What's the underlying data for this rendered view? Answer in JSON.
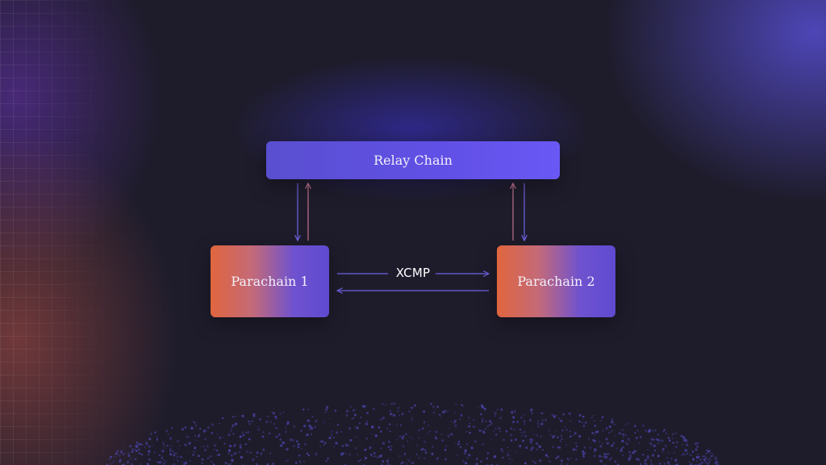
{
  "diagram": {
    "relay_chain": {
      "label": "Relay Chain"
    },
    "parachain_1": {
      "label": "Parachain 1"
    },
    "parachain_2": {
      "label": "Parachain 2"
    },
    "xcmp": {
      "label": "XCMP"
    }
  },
  "colors": {
    "background": "#1e1c2b",
    "relay_fill": "#6150e6",
    "parachain_gradient_start": "#e0663e",
    "parachain_gradient_end": "#5f4ad0",
    "arrow": "#6f63e6",
    "arrow_warm": "#c07090",
    "dots": "#4a43a8"
  }
}
